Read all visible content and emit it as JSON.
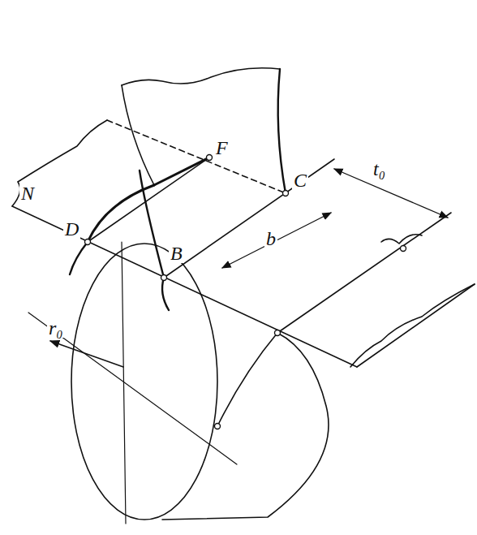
{
  "diagram": {
    "labels": [
      "N",
      "D",
      "F",
      "C",
      "B",
      "b",
      "t₀",
      "r₀"
    ]
  }
}
